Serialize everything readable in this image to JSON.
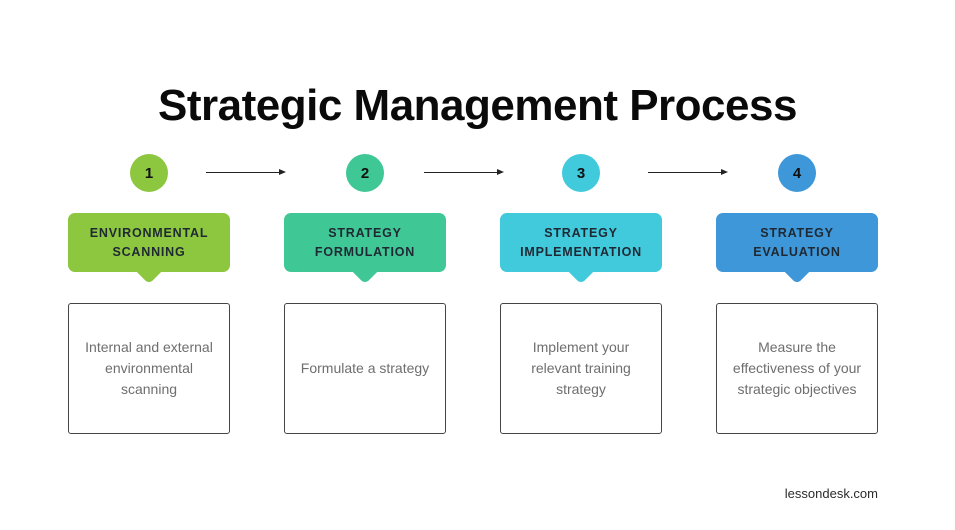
{
  "page": {
    "title": "Strategic Management Process",
    "footer": "lessondesk.com"
  },
  "colors": {
    "step1": "#8dc63f",
    "step2": "#40c796",
    "step3": "#41c9dc",
    "step4": "#3d97d8",
    "arrow": "#222222",
    "header_text": "#1f2933",
    "description_text": "#6e6e6e"
  },
  "steps": [
    {
      "number": "1",
      "title": "ENVIRONMENTAL SCANNING",
      "description": "Internal and external environmental scanning",
      "color": "#8dc63f"
    },
    {
      "number": "2",
      "title": "STRATEGY FORMULATION",
      "description": "Formulate a strategy",
      "color": "#40c796"
    },
    {
      "number": "3",
      "title": "STRATEGY IMPLEMENTATION",
      "description": "Implement your relevant training strategy",
      "color": "#41c9dc"
    },
    {
      "number": "4",
      "title": "STRATEGY EVALUATION",
      "description": "Measure the effectiveness of your strategic objectives",
      "color": "#3d97d8"
    }
  ]
}
